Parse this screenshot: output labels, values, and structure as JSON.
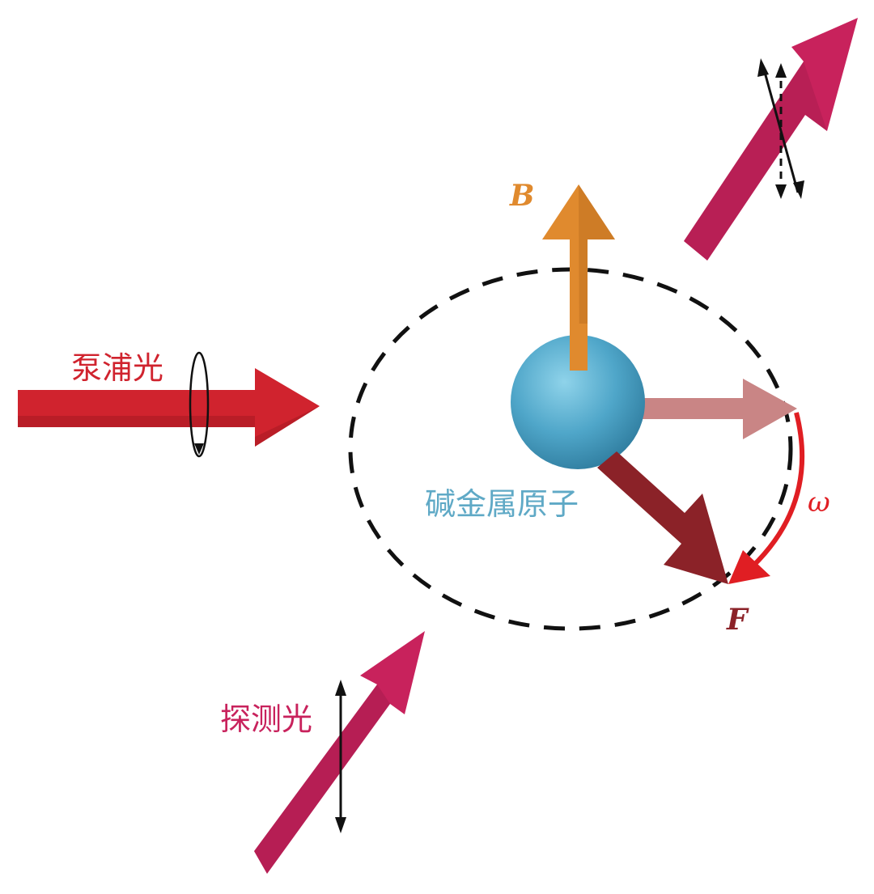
{
  "labels": {
    "pump_light": "泵浦光",
    "probe_light": "探测光",
    "atom": "碱金属原子",
    "magnetic_field": "B",
    "spin_vector": "F",
    "precession_frequency": "ω"
  },
  "colors": {
    "pump": "#d0232e",
    "probe": "#c8225c",
    "field": "#e08a2e",
    "atom": "#4fa6c9",
    "atom_label": "#5fa9c6",
    "spin_initial": "#c98585",
    "spin_rotated": "#8b2228",
    "precession": "#e01e23",
    "orbit": "#111111"
  },
  "polarization": {
    "pump": "circular",
    "probe": "linear",
    "transmitted": "rotated-linear"
  }
}
